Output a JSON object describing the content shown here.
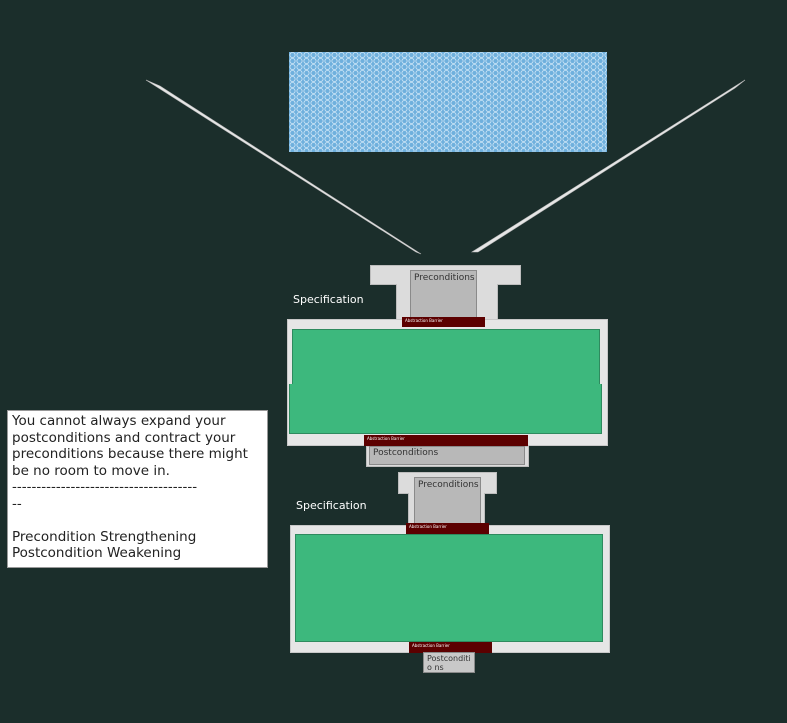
{
  "colors": {
    "background": "#1b2e2b",
    "module_body": "#3db87d",
    "abstraction_barrier": "#5c0000",
    "condition_box": "#b8b8b8",
    "mesh": "#7fb8e0"
  },
  "top_module": {
    "label": "Specification",
    "preconditions": "Preconditions",
    "barrier_top": "Abstraction Barrier",
    "barrier_bottom": "Abstraction Barrier",
    "postconditions": "Postconditions"
  },
  "bottom_module": {
    "label": "Specification",
    "preconditions": "Preconditions",
    "barrier_top": "Abstraction Barrier",
    "barrier_bottom": "Abstraction Barrier",
    "postconditions": "Postconditio ns"
  },
  "note": {
    "text": "You cannot always expand your postconditions and contract your preconditions because there might be no room to move in.\n--------------------------------------\n--\n\nPrecondition Strengthening\nPostcondition Weakening"
  }
}
